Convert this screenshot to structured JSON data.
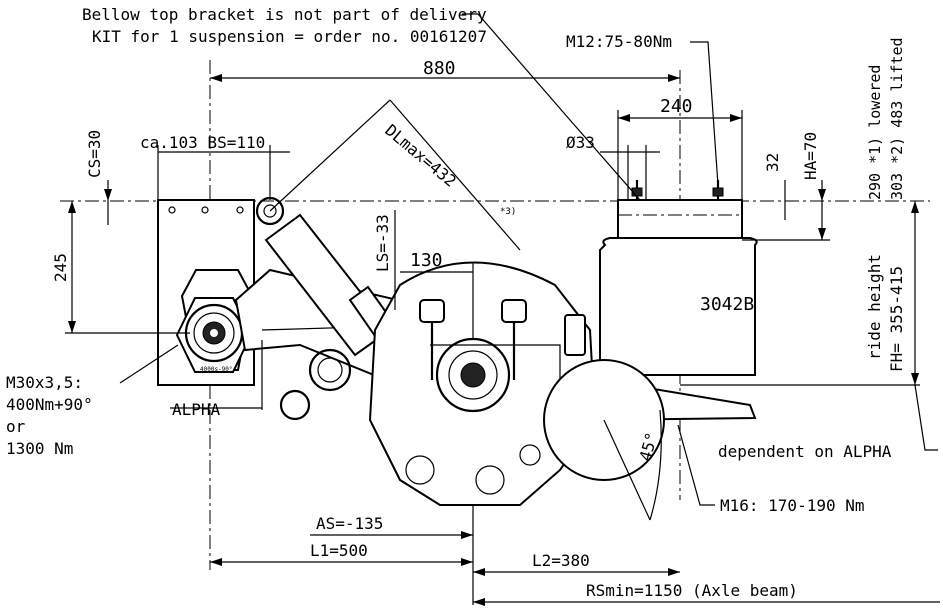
{
  "notes": {
    "bellow_bracket": "Bellow top bracket is not part of delivery",
    "kit_order": "KIT for 1 suspension = order no. 00161207"
  },
  "dimensions": {
    "overall": "880",
    "bellow_width": "240",
    "ca_bs": "ca.103 BS=110",
    "cs": "CS=30",
    "dl_max": "DLmax=432",
    "dl_mark": "*3)",
    "diameter": "Ø33",
    "m12": "M12:75-80Nm",
    "offset_32": "32",
    "ha": "HA=70",
    "lowered": "290 *1) lowered",
    "lifted": "303 *2) 483 lifted",
    "ls": "LS=-33",
    "d130": "130",
    "d245": "245",
    "bellow_type": "3042B",
    "ride_height": "ride height",
    "fh": "FH= 355-415",
    "m30": "M30x3,5:",
    "m30_torque": "400Nm+90°",
    "or": "or",
    "m30_alt": "1300 Nm",
    "alpha": "ALPHA",
    "dependent": "dependent on ALPHA",
    "angle": "45°",
    "m16": "M16: 170-190 Nm",
    "as": "AS=-135",
    "l1": "L1=500",
    "l2": "L2=380",
    "rs_min": "RSmin=1150 (Axle beam)",
    "bushing_mark": "4000s-90°"
  }
}
